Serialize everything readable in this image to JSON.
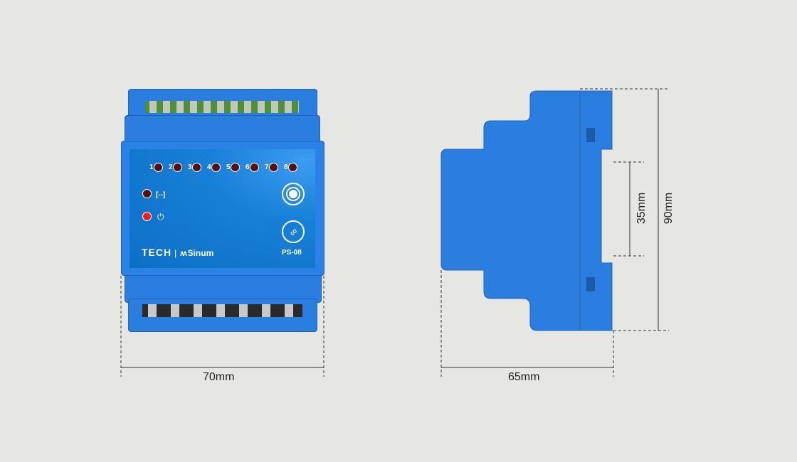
{
  "front_view": {
    "channels": [
      "1",
      "2",
      "3",
      "4",
      "5",
      "6",
      "7",
      "8"
    ],
    "brand": "TECH",
    "sub_brand": "Sinum",
    "model": "PS-08",
    "indicators": [
      {
        "icon": "network-icon",
        "color": "#5a0e0e"
      },
      {
        "icon": "power-icon",
        "color": "#ff1a1a"
      }
    ],
    "width_label": "70mm"
  },
  "side_view": {
    "depth_label": "65mm",
    "rail_label": "35mm",
    "height_label": "90mm"
  },
  "colors": {
    "housing": "#2a7ee0",
    "background": "#e6e6e3",
    "terminal": "#5aa040"
  }
}
